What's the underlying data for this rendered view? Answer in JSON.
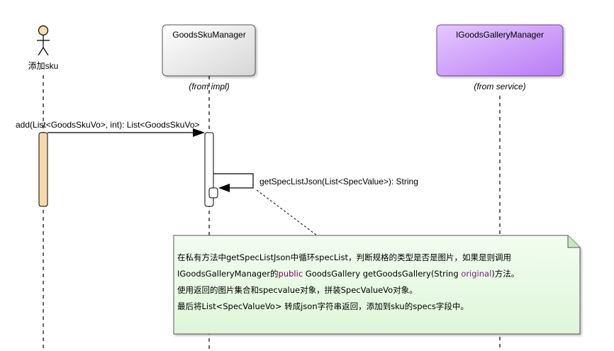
{
  "colors": {
    "actor_fill": "#f8dcb2",
    "activation_actor": "#f8d9ab",
    "manager_fill": "#e8e8e8",
    "gallery_fill": "#c58af9",
    "note_fill": "#e9fae6",
    "keyword": "#7f0055"
  },
  "actor": {
    "label": "添加sku"
  },
  "lifelines": [
    {
      "name": "GoodsSkuManager",
      "stereotype": "(from impl)"
    },
    {
      "name": "IGoodsGalleryManager",
      "stereotype": "(from service)"
    }
  ],
  "messages": [
    {
      "label": "add(List<GoodsSkuVo>, int): List<GoodsSkuVo>"
    },
    {
      "label": "getSpecListJson(List<SpecValue>): String"
    }
  ],
  "note": {
    "line1": "在私有方法中getSpecListJson中循环specList，判断规格的类型是否是图片，如果是则调用",
    "line2_a": "IGoodsGalleryManager的",
    "line2_kw": "public",
    "line2_b": " GoodsGallery getGoodsGallery(String ",
    "line2_param": "original",
    "line2_c": ")方法。",
    "line3": "使用返回的图片集合和specvalue对象，拼装SpecValueVo对象。",
    "line4": "最后将List<SpecValueVo> 转成json字符串返回，添加到sku的specs字段中。"
  }
}
